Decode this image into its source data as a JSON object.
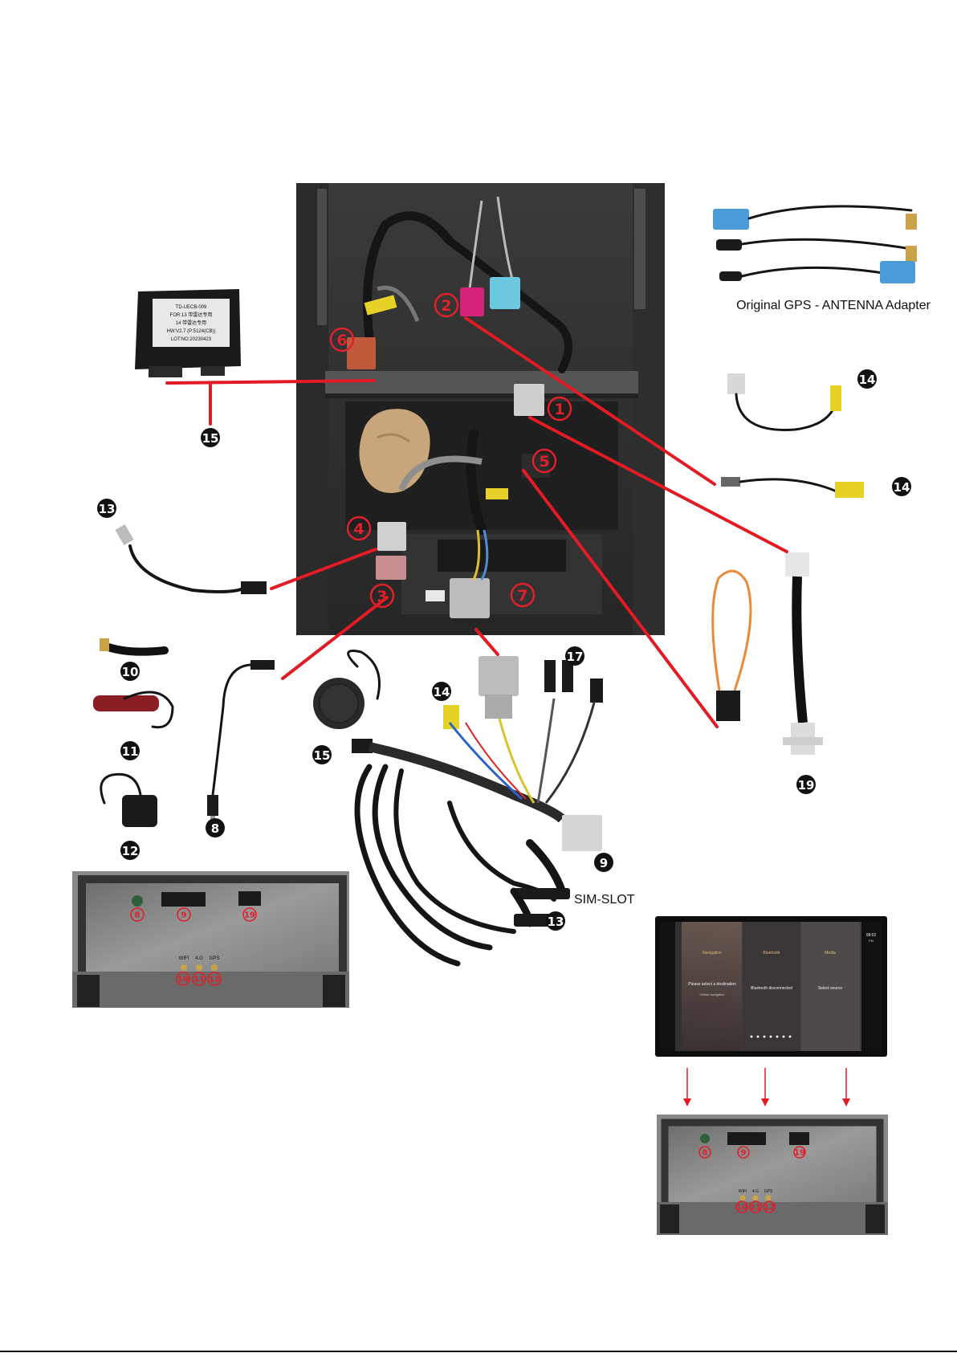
{
  "labels": {
    "gps_adapter": "Original GPS - ANTENNA Adapter",
    "sim_slot": "SIM-SLOT"
  },
  "badges": {
    "b1": "1",
    "b2": "2",
    "b3": "3",
    "b4": "4",
    "b5": "5",
    "b6": "6",
    "b7": "7",
    "b8": "8",
    "b9": "9",
    "b10": "10",
    "b11": "11",
    "b12": "12",
    "b13": "13",
    "b14": "14",
    "b15": "15",
    "b17": "17",
    "b19": "19"
  },
  "module_box": {
    "line1": "TD-UECB-009",
    "line2": "FOR:13 带雷达专用",
    "line3": "14 带雷达专用",
    "line4": "HW:V2.7 (P:5124(CB))",
    "line5": "LOT:NO:20230423"
  },
  "back_panel": {
    "port_wifi": "WIFI",
    "port_4g": "4.G",
    "port_gps": "GPS"
  },
  "screen": {
    "time": "08:02",
    "ampm": "PM",
    "col1_title": "Navigation",
    "col1_text": "Please select a destination",
    "col1_sub": "Online navigation",
    "col2_title": "Bluetooth",
    "col2_text": "Bluetooth disconnected",
    "col3_title": "Media",
    "col3_text": "Select source"
  },
  "colors": {
    "red": "#e21b24",
    "black": "#111111"
  }
}
